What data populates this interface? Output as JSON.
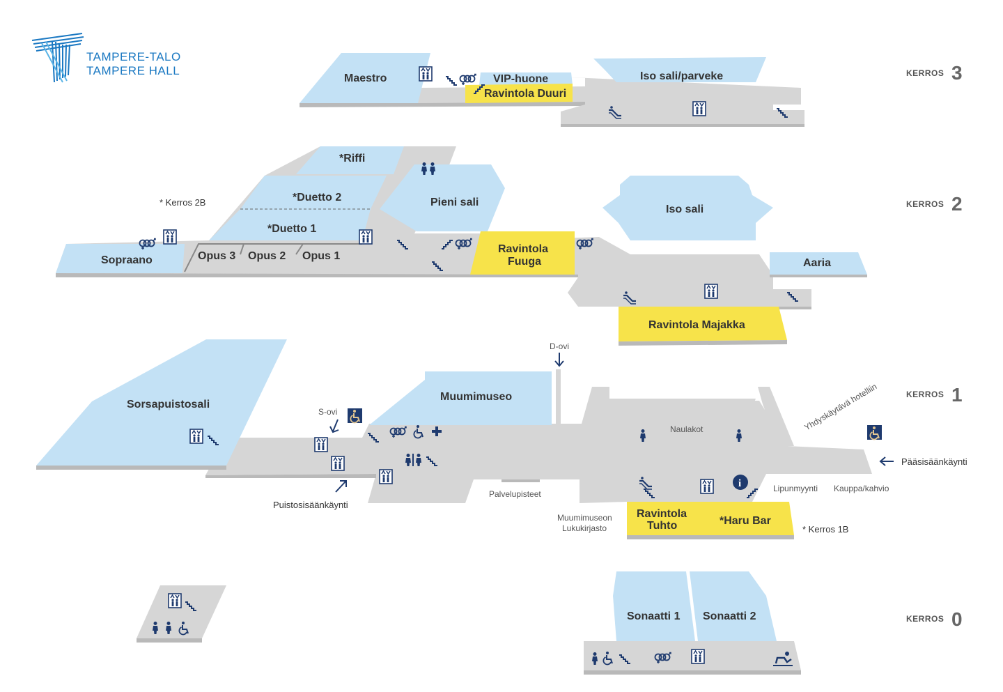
{
  "logo": {
    "line1": "TAMPERE-TALO",
    "line2": "TAMPERE HALL"
  },
  "floors": [
    {
      "label": "KERROS",
      "number": "3"
    },
    {
      "label": "KERROS",
      "number": "2"
    },
    {
      "label": "KERROS",
      "number": "1"
    },
    {
      "label": "KERROS",
      "number": "0"
    }
  ],
  "rooms": {
    "maestro": "Maestro",
    "vip": "VIP-huone",
    "duuri": "Ravintola Duuri",
    "iso_parveke": "Iso sali/parveke",
    "riffi": "*Riffi",
    "duetto2": "*Duetto 2",
    "duetto1": "*Duetto 1",
    "pieni_sali": "Pieni sali",
    "iso_sali": "Iso sali",
    "sopraano": "Sopraano",
    "opus3": "Opus 3",
    "opus2": "Opus 2",
    "opus1": "Opus 1",
    "fuuga_1": "Ravintola",
    "fuuga_2": "Fuuga",
    "aaria": "Aaria",
    "majakka": "Ravintola Majakka",
    "sorsapuistosali": "Sorsapuistosali",
    "muumimuseo": "Muumimuseo",
    "tuhto_1": "Ravintola",
    "tuhto_2": "Tuhto",
    "haru": "*Haru Bar",
    "sonaatti1": "Sonaatti 1",
    "sonaatti2": "Sonaatti 2"
  },
  "notes": {
    "kerros2b": "* Kerros 2B",
    "kerros1b": "* Kerros 1B",
    "d_ovi": "D-ovi",
    "s_ovi": "S-ovi",
    "naulakot": "Naulakot",
    "yhdyskaytava": "Yhdyskäytävä hotelliin",
    "paasisaankaynti": "Pääsisäänkäynti",
    "puistosisaankaynti": "Puistosisäänkäynti",
    "palvelupisteet": "Palvelupisteet",
    "lipunmyynti": "Lipunmyynti",
    "kauppa": "Kauppa/kahvio",
    "lukukirjasto_1": "Muumimuseon",
    "lukukirjasto_2": "Lukukirjasto"
  },
  "colors": {
    "room": "#c3e1f5",
    "floor": "#d6d6d6",
    "restaurant": "#f7e34a",
    "icon": "#1e3a6e",
    "brand": "#1a78c2"
  }
}
